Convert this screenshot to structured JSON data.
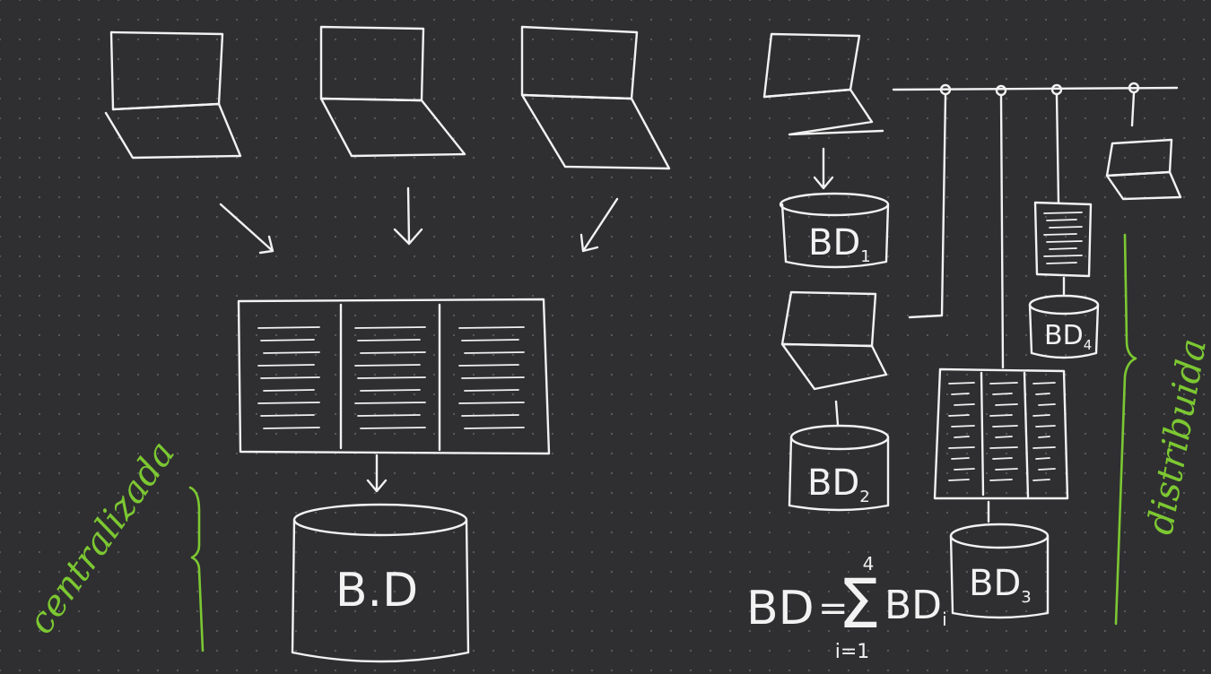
{
  "centralized": {
    "label": "centralizada",
    "db_label": "B.D"
  },
  "distributed": {
    "label": "distribuida",
    "db_nodes": [
      {
        "base": "BD",
        "sub": "1"
      },
      {
        "base": "BD",
        "sub": "2"
      },
      {
        "base": "BD",
        "sub": "3"
      },
      {
        "base": "BD",
        "sub": "4"
      }
    ],
    "formula": {
      "lhs": "BD",
      "equals": "=",
      "sigma": "Σ",
      "upper": "4",
      "lower": "i=1",
      "term_base": "BD",
      "term_sub": "i"
    }
  },
  "colors": {
    "background": "#2f2f31",
    "ink": "#f2f2f2",
    "accent": "#7cc832"
  }
}
